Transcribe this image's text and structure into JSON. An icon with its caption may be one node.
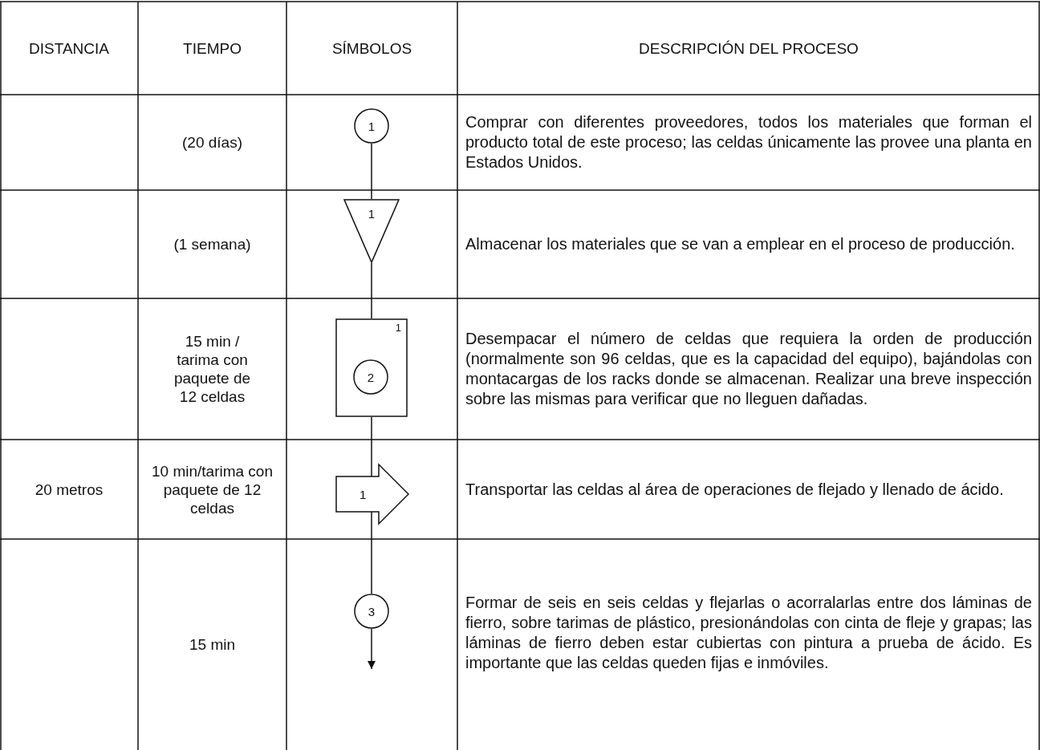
{
  "diagram": {
    "nodes": [
      {
        "text": [
          "1"
        ]
      },
      {
        "text": [
          "1"
        ]
      },
      {
        "text": [
          "1"
        ]
      },
      {
        "text": [
          "2"
        ],
        "in": 2
      },
      {
        "text": [
          "1"
        ]
      },
      {
        "text": [
          "3"
        ]
      }
    ],
    "edges": [
      {
        "from": 0,
        "to": 1,
        "arrow": "none"
      },
      {
        "from": 1,
        "to": 2,
        "arrow": "none"
      },
      {
        "from": 2,
        "to": 4,
        "arrow": "none"
      },
      {
        "from": 4,
        "to": 5,
        "arrow": "none"
      },
      {
        "from": 5,
        "to": null,
        "arrow": "to"
      }
    ],
    "labels": [
      "DISTANCIA",
      "TIEMPO",
      "SÍMBOLOS",
      "DESCRIPCIÓN DEL PROCESO",
      "(20 días)",
      "Comprar con diferentes proveedores, todos los materiales que forman el producto total de este proceso; las celdas únicamente las provee una planta en Estados Unidos.",
      "(1 semana)",
      "Almacenar los materiales que se van a emplear en el proceso de producción.",
      "15 min / tarima con paquete de 12 celdas",
      "Desempacar el número de celdas que requiera la orden de producción (normalmente son 96 celdas, que es la capacidad del equipo), bajándolas con montacargas de los racks donde se almacenan. Realizar una breve inspección sobre las mismas para verificar que no lleguen dañadas.",
      "20 metros",
      "10 min/tarima con paquete de 12 celdas",
      "Transportar las celdas al área de operaciones de flejado y llenado de ácido.",
      "15 min",
      "Formar de seis en seis celdas y flejarlas o acorralarlas entre dos láminas de fierro, sobre tarimas de plástico, presionándolas con cinta de fleje y grapas; las láminas de fierro deben estar cubiertas con pintura a prueba de ácido. Es importante que las celdas queden fijas e inmóviles."
    ]
  }
}
